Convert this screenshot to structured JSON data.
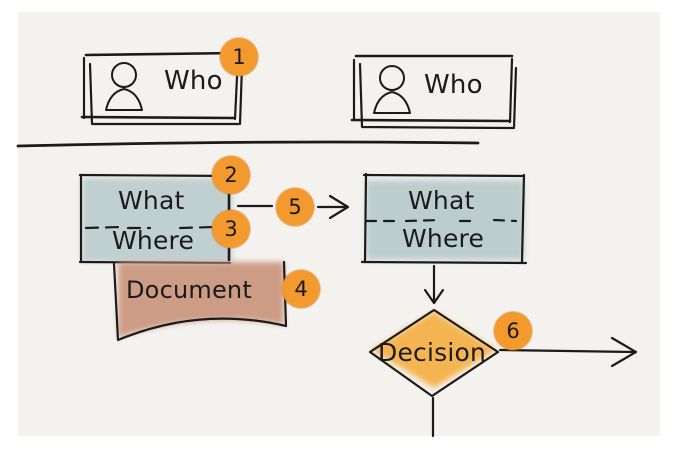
{
  "swimlanes": [
    {
      "label": "Who",
      "icon": "person-icon"
    },
    {
      "label": "Who",
      "icon": "person-icon"
    }
  ],
  "activity_left": {
    "what": "What",
    "where": "Where"
  },
  "activity_right": {
    "what": "What",
    "where": "Where"
  },
  "document": {
    "label": "Document"
  },
  "decision": {
    "label": "Decision"
  },
  "badges": [
    "1",
    "2",
    "3",
    "4",
    "5",
    "6"
  ],
  "colors": {
    "badge": "#f29a2e",
    "activity_fill": "#b7c9cb",
    "document_fill": "#c9937a",
    "decision_fill": "#f5b14a",
    "stroke": "#1b1b1b"
  }
}
